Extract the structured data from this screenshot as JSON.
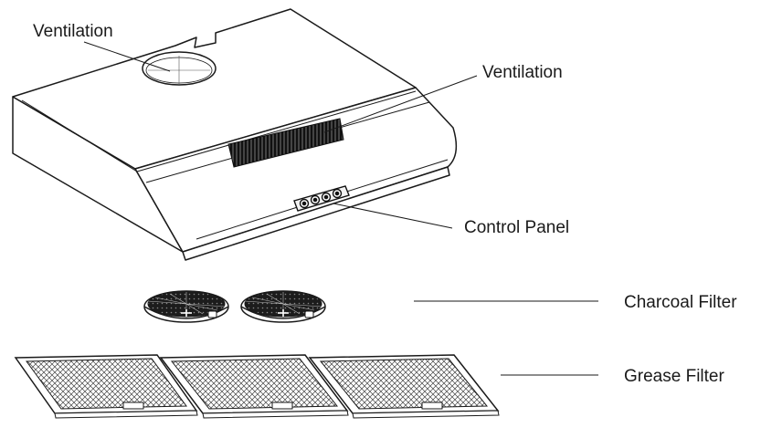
{
  "labels": {
    "ventilation_top": "Ventilation",
    "ventilation_front": "Ventilation",
    "control_panel": "Control Panel",
    "charcoal_filter": "Charcoal Filter",
    "grease_filter": "Grease Filter"
  },
  "colors": {
    "line": "#1a1a1a",
    "background": "#ffffff"
  }
}
